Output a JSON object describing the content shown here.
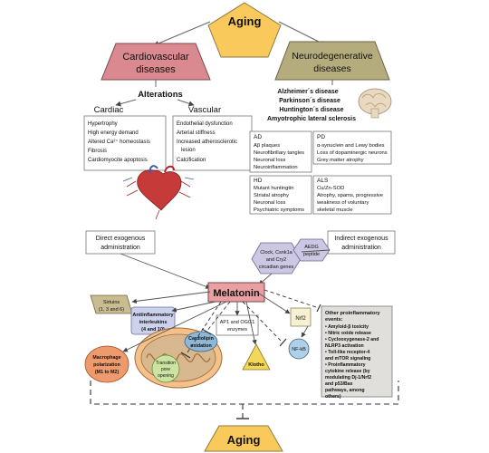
{
  "top": {
    "aging": "Aging",
    "cardio_l1": "Cardiovascular",
    "cardio_l2": "diseases",
    "neuro_l1": "Neurodegenerative",
    "neuro_l2": "diseases"
  },
  "alterations": {
    "title": "Alterations",
    "cardiac": "Cardiac",
    "vascular": "Vascular"
  },
  "cardiac_items": [
    "Hypertrophy",
    "High energy demand",
    "Altered Ca²⁺ homeostasis",
    "Fibrosis",
    "Cardiomyocite apoptosis"
  ],
  "vascular_items": [
    "Endothelial dysfunction",
    "Arterial stiffness",
    "Increased atherosclerotic",
    "lesion",
    "Calcification"
  ],
  "neuro_list": [
    "Alzheimer´s disease",
    "Parkinson´s disease",
    "Huntington´s disease",
    "Amyotrophic lateral sclerosis"
  ],
  "ad": {
    "title": "AD",
    "lines": [
      "Aβ plaques",
      "Neurofibrillary tangles",
      "Neuronal loss",
      "Neuroinflammation"
    ]
  },
  "pd": {
    "title": "PD",
    "lines": [
      "α-synuclein and Lewy bodies",
      "Loss of dopaminergic neurons",
      "Grey matter atrophy"
    ]
  },
  "hd": {
    "title": "HD",
    "lines": [
      "Mutant huntingtin",
      "Striatal atrophy",
      "Neuronal loss",
      "Psychiatric symptoms"
    ]
  },
  "als": {
    "title": "ALS",
    "lines": [
      "Cu/Zn-SOD",
      "Atrophy, spams, progressive",
      "weakness of voluntary",
      "skeletal muscle"
    ]
  },
  "direct": [
    "Direct exogenous",
    "administration"
  ],
  "indirect": [
    "Indirect exogenous",
    "administration"
  ],
  "circadian": [
    "Clock, Csnk1a",
    "and Cry2",
    "circadian genes"
  ],
  "aedg": [
    "AEDG",
    "peptide"
  ],
  "melatonin": "Melatonin",
  "sirtuins": [
    "Sirtuins",
    "(1, 3 and 6)"
  ],
  "antiinflam": [
    "Antiinflammatory",
    "interleukins",
    "(4 and 10)"
  ],
  "ap1": [
    "AP1 and OGG1",
    "enzymes"
  ],
  "nrf2": "Nrf2",
  "nfkb": "NF-kB",
  "klotho": "Klotho",
  "macrophage": [
    "Macrophage",
    "polarization",
    "(M1 to M2)"
  ],
  "cardiolipin": [
    "Cardiolipin",
    "oxidation"
  ],
  "transition": [
    "Transition",
    "pore",
    "opening"
  ],
  "proinflam": {
    "title": [
      "Other proinflammatory",
      "events:"
    ],
    "lines": [
      "•  Amyloid-β toxicity",
      "•  Nitric oxide release",
      "•  Cyclooxygenase-2 and",
      "    NLRP3 activation",
      "•  Toll-like receptor-4",
      "    and mTOR signaling",
      "•  Proinflammatory",
      "    cytokine release (by",
      "    modulating Dj-1/Nrf2",
      "    and p53/Bax",
      "    pathways, among",
      "    others)"
    ]
  },
  "bottom_aging": "Aging",
  "colors": {
    "gold": "#f9c95c",
    "cardio": "#d9898f",
    "neuro": "#b5ac7d",
    "melatonin": "#e9a0a2",
    "sirtuins": "#c8bc90",
    "antiinflam": "#cdd2ec",
    "nrf2": "#f6f1d2",
    "proinflam": "#e0dfdb",
    "macrophage": "#ef9a6d",
    "mito_outer": "#f4c08b",
    "mito_inner": "#d8b98f",
    "cardiolipin": "#8fb7d6",
    "transition": "#cde3a2",
    "nfkb": "#aed0ea",
    "klotho": "#f3d75b",
    "circadian": "#ccc7e3"
  }
}
